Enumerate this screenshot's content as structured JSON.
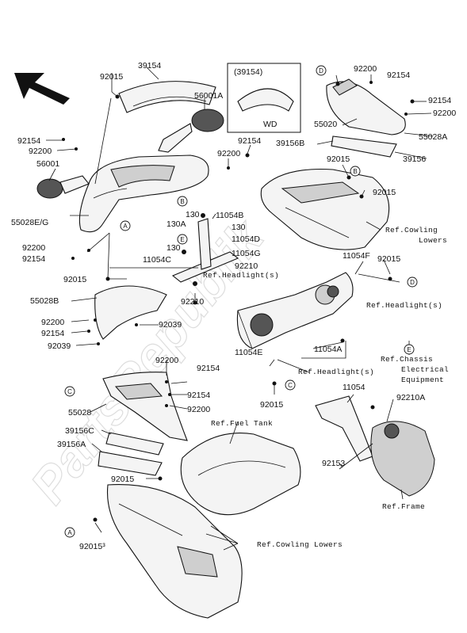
{
  "watermark": "PartsRepublik",
  "labels": {
    "l39154_top": "39154",
    "l92015_top": "92015",
    "inset_title": "(39154)",
    "inset_caption": "WD",
    "l56001A": "56001A",
    "l92154_left": "92154",
    "l92200_left": "92200",
    "l56001": "56001",
    "l92154_mid": "92154",
    "l92200_mid": "92200",
    "l55028EG": "55028E/G",
    "l92200_l2": "92200",
    "l92154_l2": "92154",
    "l92015_l2": "92015",
    "l130_1": "130",
    "l130A": "130A",
    "l130_2": "130",
    "l130_3": "130",
    "l11054B": "11054B",
    "l11054D": "11054D",
    "l11054C": "11054C",
    "l11054G": "11054G",
    "l92210_1": "92210",
    "l92210_2": "92210",
    "l55028B": "55028B",
    "l92200_l3": "92200",
    "l92154_l3": "92154",
    "l92039_1": "92039",
    "l92039_2": "92039",
    "l92200_r1": "92200",
    "l92154_r1": "92154",
    "l92154_r2": "92154",
    "l92200_r2": "92200",
    "l55020": "55020",
    "l55028A": "55028A",
    "l39156B": "39156B",
    "l39156": "39156",
    "l92015_r1": "92015",
    "l92015_r2": "92015",
    "ref_cowling_1": "Ref.Cowling",
    "ref_cowling_2": "Lowers",
    "l11054F": "11054F",
    "l92015_r3": "92015",
    "ref_headlight_1": "Ref.Headlight(s)",
    "ref_headlight_2": "Ref.Headlight(s)",
    "ref_headlight_3": "Ref.Headlight(s)",
    "l11054A": "11054A",
    "l11054E": "11054E",
    "ref_chassis_1": "Ref.Chassis",
    "ref_chassis_2": "Electrical",
    "ref_chassis_3": "Equipment",
    "l92015_c": "92015",
    "l92200_c": "92200",
    "l92154_c1": "92154",
    "l92154_c2": "92154",
    "l92200_c2": "92200",
    "l55028": "55028",
    "l39156C": "39156C",
    "l39156A": "39156A",
    "ref_fuel_tank": "Ref.Fuel Tank",
    "l11054": "11054",
    "l92210A": "92210A",
    "l92153": "92153",
    "ref_frame": "Ref.Frame",
    "l92015_b1": "92015",
    "l92015_b2": "92015³",
    "ref_cowling_lowers": "Ref.Cowling Lowers"
  },
  "callouts": {
    "A": "A",
    "B": "B",
    "C": "C",
    "D": "D",
    "E": "E"
  }
}
